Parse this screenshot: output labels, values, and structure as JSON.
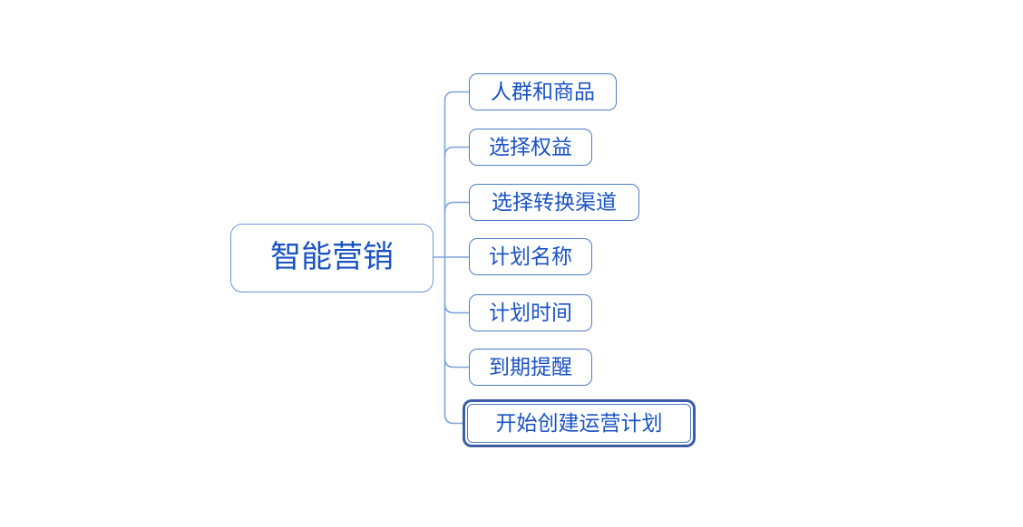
{
  "diagram": {
    "type": "mindmap",
    "root": {
      "label": "智能营销",
      "selected": false
    },
    "children": [
      {
        "label": "人群和商品",
        "selected": false
      },
      {
        "label": "选择权益",
        "selected": false
      },
      {
        "label": "选择转换渠道",
        "selected": false
      },
      {
        "label": "计划名称",
        "selected": false
      },
      {
        "label": "计划时间",
        "selected": false
      },
      {
        "label": "到期提醒",
        "selected": false
      },
      {
        "label": "开始创建运营计划",
        "selected": true
      }
    ],
    "colors": {
      "node_border": "#4E7CC6",
      "root_border": "#6C95D5",
      "connector": "#7DA2D9",
      "selected_border": "#3D5DA9",
      "text": "#1A53C4",
      "background": "#FFFFFF"
    }
  }
}
